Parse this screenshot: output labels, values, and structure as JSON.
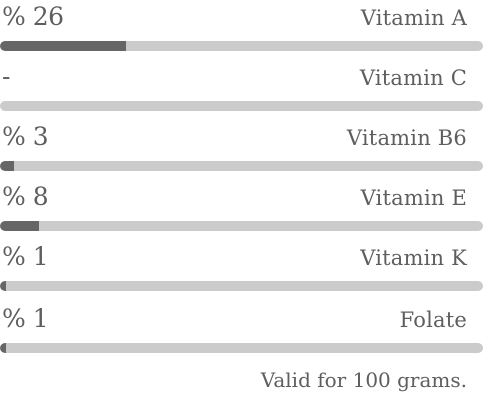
{
  "nutrients": [
    {
      "percent_label": "% 26",
      "name": "Vitamin A",
      "fill_fraction": 0.26
    },
    {
      "percent_label": "-",
      "name": "Vitamin C",
      "fill_fraction": 0
    },
    {
      "percent_label": "% 3",
      "name": "Vitamin B6",
      "fill_fraction": 0.03
    },
    {
      "percent_label": "% 8",
      "name": "Vitamin E",
      "fill_fraction": 0.08
    },
    {
      "percent_label": "% 1",
      "name": "Vitamin K",
      "fill_fraction": 0.01
    },
    {
      "percent_label": "% 1",
      "name": "Folate",
      "fill_fraction": 0.01
    }
  ],
  "footnote": "Valid for 100 grams.",
  "colors": {
    "track": "#cbcbcb",
    "fill": "#666666",
    "text": "#5e5e5e"
  }
}
